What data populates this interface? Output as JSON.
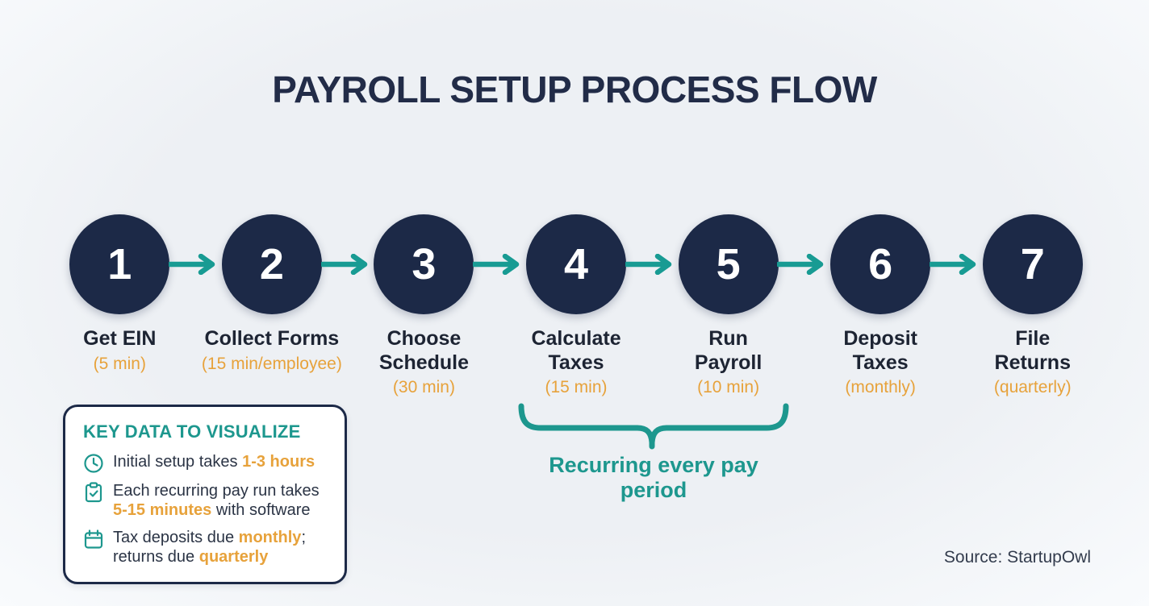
{
  "title": "PAYROLL SETUP PROCESS FLOW",
  "colors": {
    "circle_navy": "#1c2947",
    "arrow_teal": "#189b93",
    "accent_orange": "#e7a23b",
    "label_dark": "#1d2433",
    "teal_text": "#1d978e",
    "background": "#edf0f4",
    "box_background": "#ffffff"
  },
  "steps": [
    {
      "number": "1",
      "label": "Get EIN",
      "time": "(5 min)"
    },
    {
      "number": "2",
      "label": "Collect Forms",
      "time": "(15 min/employee)"
    },
    {
      "number": "3",
      "label": "Choose\nSchedule",
      "time": "(30 min)"
    },
    {
      "number": "4",
      "label": "Calculate\nTaxes",
      "time": "(15 min)"
    },
    {
      "number": "5",
      "label": "Run\nPayroll",
      "time": "(10 min)"
    },
    {
      "number": "6",
      "label": "Deposit\nTaxes",
      "time": "(monthly)"
    },
    {
      "number": "7",
      "label": "File\nReturns",
      "time": "(quarterly)"
    }
  ],
  "brace_label": "Recurring every pay period",
  "key_box": {
    "title": "KEY DATA TO VISUALIZE",
    "items": [
      {
        "icon": "clock-icon",
        "segments": [
          {
            "text": "Initial setup takes "
          },
          {
            "text": "1-3 hours",
            "bold": true
          }
        ]
      },
      {
        "icon": "clipboard-check-icon",
        "segments": [
          {
            "text": "Each recurring pay run takes "
          },
          {
            "text": "5-15 minutes",
            "bold": true
          },
          {
            "text": " with software"
          }
        ]
      },
      {
        "icon": "calendar-icon",
        "segments": [
          {
            "text": "Tax deposits due "
          },
          {
            "text": "monthly",
            "bold": true
          },
          {
            "text": "; returns due "
          },
          {
            "text": "quarterly",
            "bold": true
          }
        ]
      }
    ]
  },
  "source": "Source: StartupOwl"
}
